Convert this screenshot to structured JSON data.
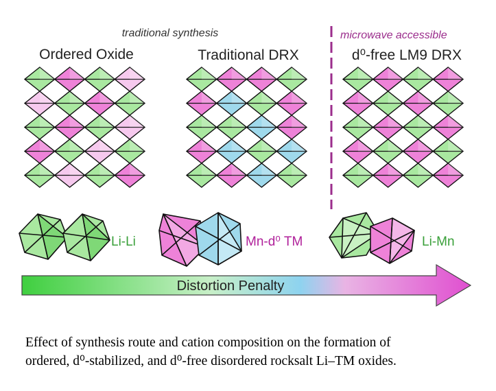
{
  "diagram": {
    "traditional_header": "traditional synthesis",
    "microwave_header": "microwave accessible",
    "panels": [
      {
        "title": "Ordered Oxide",
        "pair_label": "Li-Li"
      },
      {
        "title": "Traditional DRX",
        "pair_label": "Mn-d⁰ TM"
      },
      {
        "title": "d⁰-free LM9 DRX",
        "pair_label": "Li-Mn"
      }
    ],
    "arrow_label": "Distortion Penalty"
  },
  "caption": {
    "line1": "Effect of synthesis route and cation composition on the formation of",
    "line2": "ordered, d⁰-stabilized, and d⁰-free disordered rocksalt Li–TM oxides."
  },
  "colors": {
    "li_green": "#a9e8a0",
    "mn_magenta": "#ee82d8",
    "light_pink": "#f6c9ee",
    "d0_blue": "#9fd9ec",
    "divider_purple": "#9b2d8c",
    "li_label": "#3aa03a",
    "mn_label": "#b0209a"
  }
}
